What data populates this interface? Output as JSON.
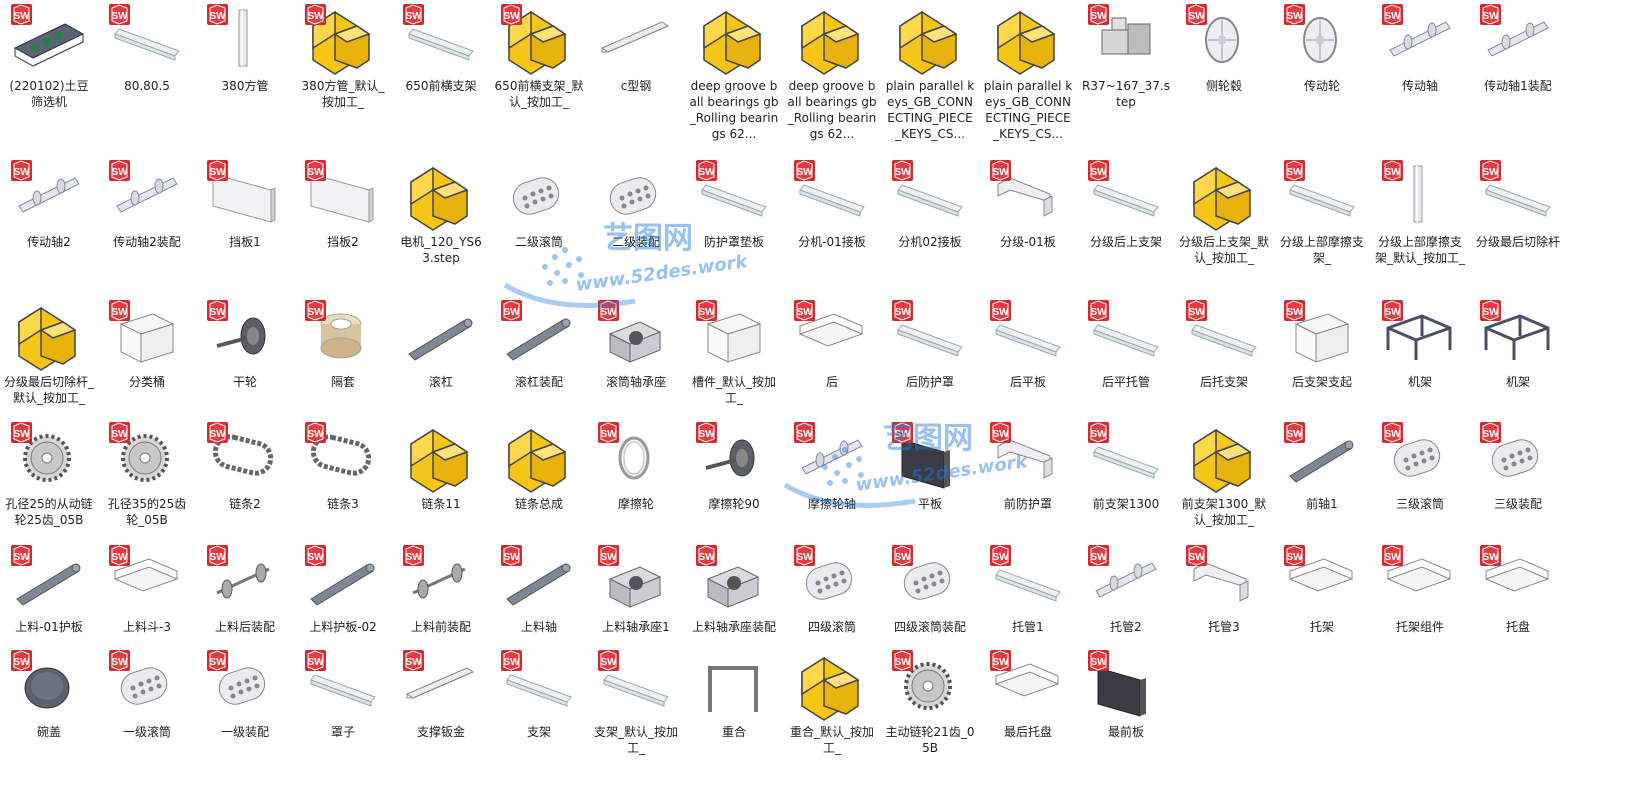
{
  "colors": {
    "sw_red": "#D8272F",
    "folder_yellow": "#F5C518",
    "watermark_blue": "#1E7BE0"
  },
  "watermark": {
    "brand": "艺图网",
    "url": "www.52des.work"
  },
  "files": [
    {
      "label": "(220102)土豆筛选机",
      "icon": "assembly-machine-icon",
      "sw": true
    },
    {
      "label": "80.80.5",
      "icon": "beam-icon",
      "sw": true
    },
    {
      "label": "380方管",
      "icon": "post-icon",
      "sw": true
    },
    {
      "label": "380方管_默认_按加工_",
      "icon": "yellow-block-icon",
      "sw": true
    },
    {
      "label": "650前横支架",
      "icon": "beam-icon",
      "sw": true
    },
    {
      "label": "650前横支架_默认_按加工_",
      "icon": "yellow-block-icon",
      "sw": true
    },
    {
      "label": "c型钢",
      "icon": "channel-icon",
      "sw": false
    },
    {
      "label": "deep groove ball bearings gb_Rolling bearings 62...",
      "icon": "yellow-block-icon",
      "sw": false
    },
    {
      "label": "deep groove ball bearings gb_Rolling bearings 62...",
      "icon": "yellow-block-icon",
      "sw": false
    },
    {
      "label": "plain parallel keys_GB_CONNECTING_PIECE_KEYS_CS...",
      "icon": "yellow-block-icon",
      "sw": false
    },
    {
      "label": "plain parallel keys_GB_CONNECTING_PIECE_KEYS_CS...",
      "icon": "yellow-block-icon",
      "sw": false
    },
    {
      "label": "R37~167_37.step",
      "icon": "gear-motor-icon",
      "sw": true
    },
    {
      "label": "侧轮毂",
      "icon": "wheel-icon",
      "sw": true
    },
    {
      "label": "传动轮",
      "icon": "wheel-icon",
      "sw": true
    },
    {
      "label": "传动轴",
      "icon": "shaft-icon",
      "sw": true
    },
    {
      "label": "传动轴1装配",
      "icon": "shaft-icon",
      "sw": true
    },
    {
      "label": "传动轴2",
      "icon": "shaft-icon",
      "sw": true
    },
    {
      "label": "传动轴2装配",
      "icon": "shaft-icon",
      "sw": true
    },
    {
      "label": "挡板1",
      "icon": "plate-icon",
      "sw": true
    },
    {
      "label": "挡板2",
      "icon": "plate-icon",
      "sw": true
    },
    {
      "label": "电机_120_YS63.step",
      "icon": "yellow-block-icon",
      "sw": false
    },
    {
      "label": "二级滚筒",
      "icon": "drum-icon",
      "sw": false
    },
    {
      "label": "二级装配",
      "icon": "drum-icon",
      "sw": false
    },
    {
      "label": "防护罩垫板",
      "icon": "beam-icon",
      "sw": true
    },
    {
      "label": "分机-01接板",
      "icon": "beam-icon",
      "sw": true
    },
    {
      "label": "分机02接板",
      "icon": "beam-icon",
      "sw": true
    },
    {
      "label": "分级-01板",
      "icon": "bracket-icon",
      "sw": true
    },
    {
      "label": "分级后上支架",
      "icon": "beam-icon",
      "sw": true
    },
    {
      "label": "分级后上支架_默认_按加工_",
      "icon": "yellow-block-icon",
      "sw": false
    },
    {
      "label": "分级上部摩擦支架_",
      "icon": "beam-icon",
      "sw": true
    },
    {
      "label": "分级上部摩擦支架_默认_按加工_",
      "icon": "post-icon",
      "sw": true
    },
    {
      "label": "分级最后切除杆",
      "icon": "beam-icon",
      "sw": true
    },
    {
      "label": "分级最后切除杆_默认_按加工_",
      "icon": "yellow-block-icon",
      "sw": false
    },
    {
      "label": "分类桶",
      "icon": "box-icon",
      "sw": true
    },
    {
      "label": "干轮",
      "icon": "pulley-icon",
      "sw": true
    },
    {
      "label": "隔套",
      "icon": "sleeve-icon",
      "sw": true
    },
    {
      "label": "滚杠",
      "icon": "rod-icon",
      "sw": false
    },
    {
      "label": "滚杠装配",
      "icon": "rod-icon",
      "sw": true
    },
    {
      "label": "滚筒轴承座",
      "icon": "bearing-block-icon",
      "sw": true
    },
    {
      "label": "槽件_默认_按加工_",
      "icon": "box-icon",
      "sw": true
    },
    {
      "label": "后",
      "icon": "tray-icon",
      "sw": true
    },
    {
      "label": "后防护罩",
      "icon": "beam-icon",
      "sw": true
    },
    {
      "label": "后平板",
      "icon": "beam-icon",
      "sw": true
    },
    {
      "label": "后平托管",
      "icon": "beam-icon",
      "sw": true
    },
    {
      "label": "后托支架",
      "icon": "beam-icon",
      "sw": true
    },
    {
      "label": "后支架支起",
      "icon": "box-icon",
      "sw": true
    },
    {
      "label": "机架",
      "icon": "frame-icon",
      "sw": true
    },
    {
      "label": "机架",
      "icon": "frame-icon",
      "sw": true
    },
    {
      "label": "孔径25的从动链轮25齿_05B",
      "icon": "sprocket-icon",
      "sw": true
    },
    {
      "label": "孔径35的25齿轮_05B",
      "icon": "sprocket-icon",
      "sw": true
    },
    {
      "label": "链条2",
      "icon": "chain-icon",
      "sw": true
    },
    {
      "label": "链条3",
      "icon": "chain-icon",
      "sw": true
    },
    {
      "label": "链条11",
      "icon": "yellow-block-icon",
      "sw": false
    },
    {
      "label": "链条总成",
      "icon": "yellow-block-icon",
      "sw": false
    },
    {
      "label": "摩擦轮",
      "icon": "ring-icon",
      "sw": true
    },
    {
      "label": "摩擦轮90",
      "icon": "pulley-icon",
      "sw": true
    },
    {
      "label": "摩擦轮轴",
      "icon": "shaft-icon",
      "sw": true
    },
    {
      "label": "平板",
      "icon": "dark-plate-icon",
      "sw": true
    },
    {
      "label": "前防护罩",
      "icon": "bracket-icon",
      "sw": true
    },
    {
      "label": "前支架1300",
      "icon": "beam-icon",
      "sw": true
    },
    {
      "label": "前支架1300_默认_按加工_",
      "icon": "yellow-block-icon",
      "sw": false
    },
    {
      "label": "前轴1",
      "icon": "rod-icon",
      "sw": true
    },
    {
      "label": "三级滚筒",
      "icon": "drum-icon",
      "sw": true
    },
    {
      "label": "三级装配",
      "icon": "drum-icon",
      "sw": true
    },
    {
      "label": "上料-01护板",
      "icon": "rod-icon",
      "sw": true
    },
    {
      "label": "上料斗-3",
      "icon": "tray-icon",
      "sw": true
    },
    {
      "label": "上料后装配",
      "icon": "axle-icon",
      "sw": true
    },
    {
      "label": "上料护板-02",
      "icon": "rod-icon",
      "sw": true
    },
    {
      "label": "上料前装配",
      "icon": "axle-icon",
      "sw": true
    },
    {
      "label": "上料轴",
      "icon": "rod-icon",
      "sw": true
    },
    {
      "label": "上料轴承座1",
      "icon": "bearing-block-icon",
      "sw": true
    },
    {
      "label": "上料轴承座装配",
      "icon": "bearing-block-icon",
      "sw": true
    },
    {
      "label": "四级滚筒",
      "icon": "drum-icon",
      "sw": true
    },
    {
      "label": "四级滚筒装配",
      "icon": "drum-icon",
      "sw": true
    },
    {
      "label": "托管1",
      "icon": "beam-icon",
      "sw": true
    },
    {
      "label": "托管2",
      "icon": "shaft-icon",
      "sw": true
    },
    {
      "label": "托管3",
      "icon": "bracket-icon",
      "sw": true
    },
    {
      "label": "托架",
      "icon": "tray-icon",
      "sw": true
    },
    {
      "label": "托架组件",
      "icon": "tray-icon",
      "sw": true
    },
    {
      "label": "托盘",
      "icon": "tray-icon",
      "sw": true
    },
    {
      "label": "碗盖",
      "icon": "disc-icon",
      "sw": true
    },
    {
      "label": "一级滚筒",
      "icon": "drum-icon",
      "sw": true
    },
    {
      "label": "一级装配",
      "icon": "drum-icon",
      "sw": true
    },
    {
      "label": "罩子",
      "icon": "beam-icon",
      "sw": true
    },
    {
      "label": "支撑钣金",
      "icon": "channel-icon",
      "sw": true
    },
    {
      "label": "支架",
      "icon": "beam-icon",
      "sw": true
    },
    {
      "label": "支架_默认_按加工_",
      "icon": "beam-icon",
      "sw": true
    },
    {
      "label": "重合",
      "icon": "arch-icon",
      "sw": false
    },
    {
      "label": "重合_默认_按加工_",
      "icon": "yellow-block-icon",
      "sw": false
    },
    {
      "label": "主动链轮21齿_05B",
      "icon": "sprocket-icon",
      "sw": true
    },
    {
      "label": "最后托盘",
      "icon": "tray-icon",
      "sw": true
    },
    {
      "label": "最前板",
      "icon": "dark-plate-icon",
      "sw": true
    }
  ]
}
